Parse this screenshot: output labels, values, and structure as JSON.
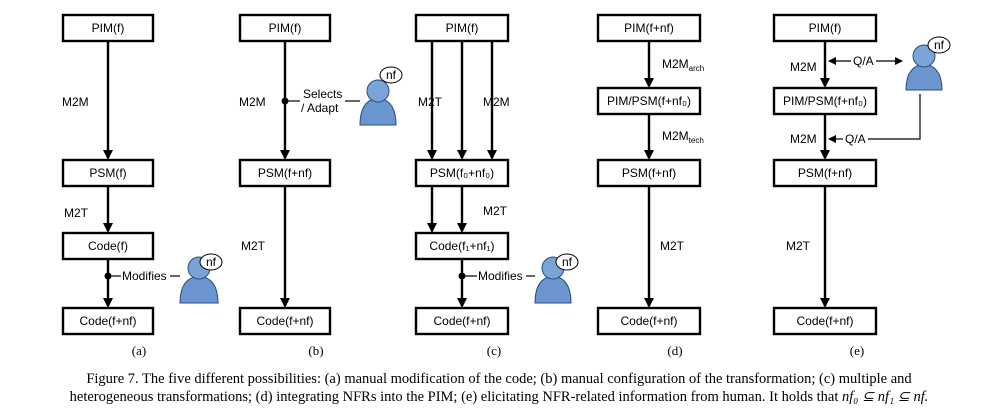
{
  "panels": {
    "a": {
      "boxes": [
        "PIM(f)",
        "PSM(f)",
        "Code(f)",
        "Code(f+nf)"
      ],
      "labels": {
        "m2m": "M2M",
        "m2t": "M2T",
        "modifies": "Modifies",
        "nf": "nf"
      },
      "sub": "(a)"
    },
    "b": {
      "boxes": [
        "PIM(f)",
        "PSM(f+nf)",
        "Code(f+nf)"
      ],
      "labels": {
        "m2m": "M2M",
        "m2t": "M2T",
        "selects": "Selects",
        "adapt": "/ Adapt",
        "nf": "nf"
      },
      "sub": "(b)"
    },
    "c": {
      "boxes": [
        "PIM(f)",
        "PSM(f₀+nf₀)",
        "Code(f₁+nf₁)",
        "Code(f+nf)"
      ],
      "labels": {
        "m2t_top": "M2T",
        "m2m": "M2M",
        "m2t_mid": "M2T",
        "modifies": "Modifies",
        "nf": "nf"
      },
      "sub": "(c)"
    },
    "d": {
      "boxes": [
        "PIM(f+nf)",
        "PIM/PSM(f+nf₀)",
        "PSM(f+nf)",
        "Code(f+nf)"
      ],
      "labels": {
        "m2m_arch": "M2M",
        "arch": "arch",
        "m2m_tech": "M2M",
        "tech": "tech",
        "m2t": "M2T"
      },
      "sub": "(d)"
    },
    "e": {
      "boxes": [
        "PIM(f)",
        "PIM/PSM(f+nf₀)",
        "PSM(f+nf)",
        "Code(f+nf)"
      ],
      "labels": {
        "m2m_1": "M2M",
        "qa_1": "Q/A",
        "m2m_2": "M2M",
        "qa_2": "Q/A",
        "m2t": "M2T",
        "nf": "nf"
      },
      "sub": "(e)"
    }
  },
  "caption": {
    "line1": "Figure 7.    The five different possibilities: (a) manual modification of the code; (b) manual configuration of the transformation; (c) multiple and",
    "line2": "heterogeneous transformations; (d) integrating NFRs into the PIM; (e) elicitating NFR-related information from human. It holds that",
    "math": "nf₀ ⊆ nf₁ ⊆ nf."
  }
}
